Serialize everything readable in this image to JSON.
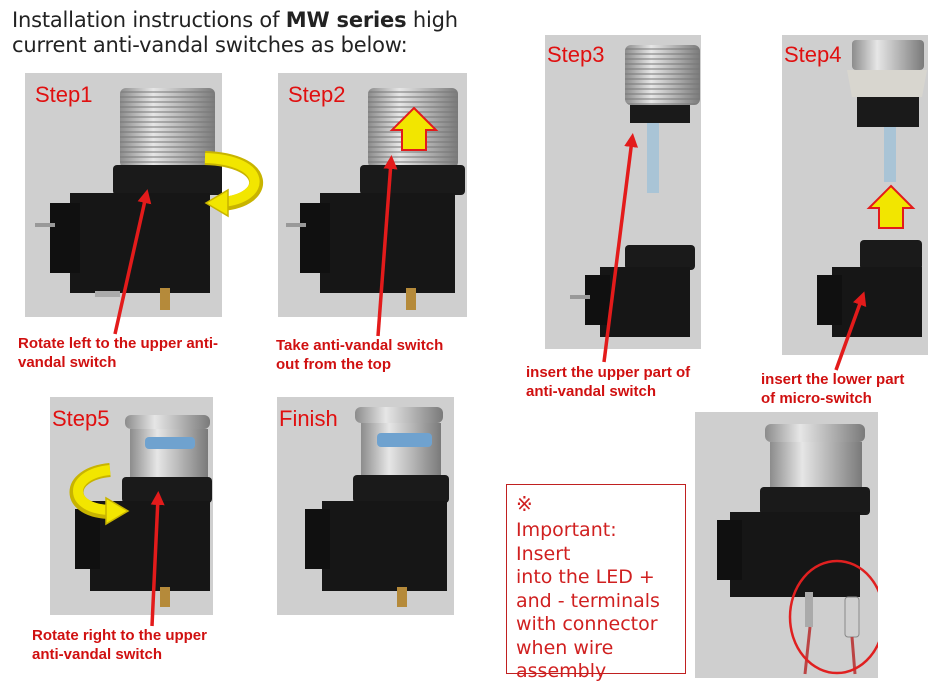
{
  "header": {
    "line1_prefix": "Installation instructions of",
    "series": "MW series",
    "line1_suffix": "high",
    "line2": "current anti-vandal switches as below:"
  },
  "steps": [
    {
      "label": "Step1",
      "caption_l1": "Rotate left to the upper anti-",
      "caption_l2": "vandal switch"
    },
    {
      "label": "Step2",
      "caption_l1": "Take anti-vandal switch",
      "caption_l2": "out from the top"
    },
    {
      "label": "Step3",
      "caption_l1": "insert the upper part of",
      "caption_l2": "anti-vandal switch"
    },
    {
      "label": "Step4",
      "caption_l1": "insert the lower part",
      "caption_l2": "of micro-switch"
    },
    {
      "label": "Step5",
      "caption_l1": "Rotate right to the upper",
      "caption_l2": "anti-vandal switch"
    },
    {
      "label": "Finish"
    }
  ],
  "important": {
    "mark": "※",
    "lines": [
      "Important: Insert",
      "into the LED +",
      "and - terminals",
      "with connector",
      "when wire",
      "assembly"
    ]
  },
  "colors": {
    "label_red": "#e01010",
    "arrow_red": "#e31b1b",
    "arrow_yellow": "#f2e600",
    "photo_bg": "#cfcfcf"
  }
}
